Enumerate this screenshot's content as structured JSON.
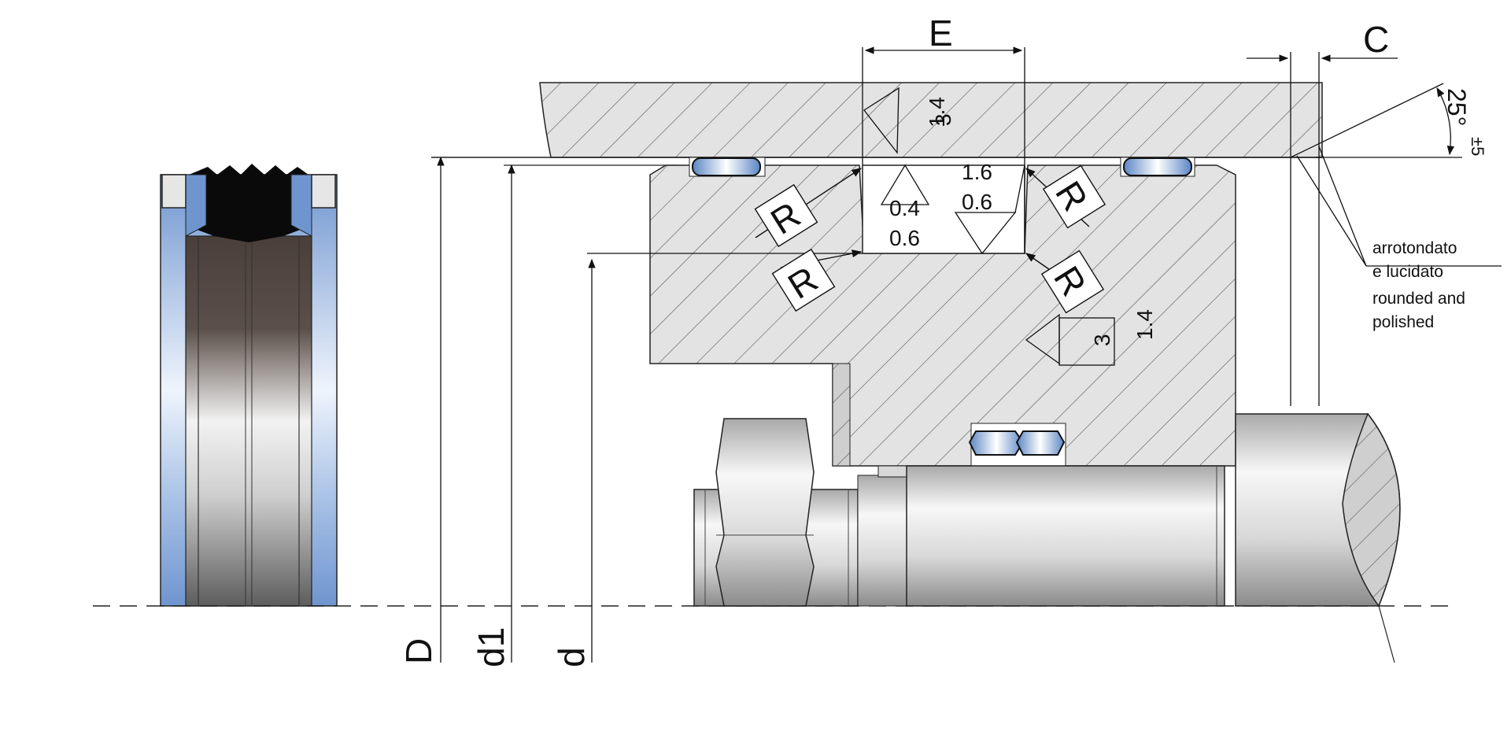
{
  "dimensions": {
    "E": "E",
    "C": "C",
    "D": "D",
    "d1": "d1",
    "d": "d",
    "angle": "25°",
    "angle_tol": "±5"
  },
  "roughness": {
    "top_a": "1.4",
    "top_b": "3",
    "groove_a": "0.4",
    "groove_b": "0.6",
    "wall_a": "1.6",
    "wall_b": "0.6",
    "lower_a": "1.4",
    "lower_b": "3"
  },
  "radius_label": "R",
  "notes": {
    "it_line1": "arrotondato",
    "it_line2": "e lucidato",
    "en_line1": "rounded and",
    "en_line2": "polished"
  },
  "colors": {
    "seal_blue": "#7fa3d6",
    "seal_black": "#0a0a0a",
    "hatch_fill": "#e3e3e3",
    "line": "#1a1a1a"
  }
}
